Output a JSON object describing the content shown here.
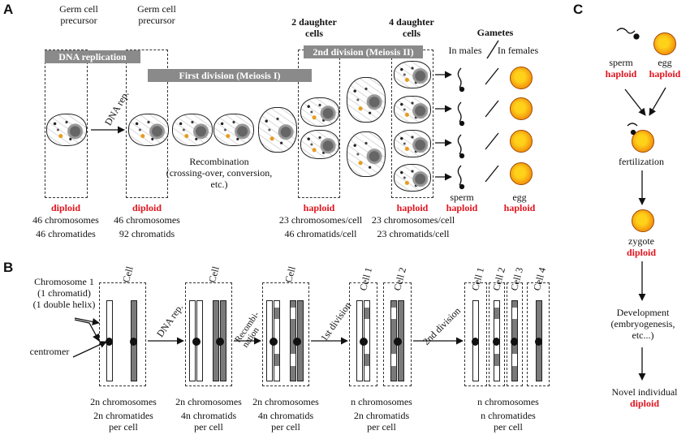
{
  "panelA": {
    "label": "A",
    "germ1": "Germ cell\nprecursor",
    "germ2": "Germ cell\nprecursor",
    "daughter2": "2 daughter\ncells",
    "daughter4": "4 daughter\ncells",
    "gametes": "Gametes",
    "in_males": "In males",
    "in_females": "In females",
    "dna_replication": "DNA replication",
    "first_division": "First division (Meiosis I)",
    "second_division": "2nd division (Meiosis II)",
    "dna_rep_arrow": "DNA rep.",
    "recombination": "Recombination\n(crossing-over, conversion,\netc.)",
    "col1_status": "diploid",
    "col1_line1": "46 chromosomes",
    "col1_line2": "46 chromatides",
    "col2_status": "diploid",
    "col2_line1": "46 chromosomes",
    "col2_line2": "92 chromatids",
    "col3_status": "haploid",
    "col3_line1": "23 chromosomes/cell",
    "col3_line2": "46 chromatids/cell",
    "col4_status": "haploid",
    "col4_line1": "23 chromosomes/cell",
    "col4_line2": "23 chromatids/cell",
    "sperm_label": "sperm",
    "sperm_status": "haploid",
    "egg_label": "egg",
    "egg_status": "haploid"
  },
  "panelB": {
    "label": "B",
    "chrom1": "Chromosome 1\n(1 chromatid)\n(1 double helix)",
    "centromer": "centromer",
    "box_cell1": "Cell",
    "box_cell2": "Cell",
    "box_cell3": "Cell",
    "box_c1": "Cell 1",
    "box_c2": "Cell 2",
    "box_f1": "Cell 1",
    "box_f2": "Cell 2",
    "box_f3": "Cell 3",
    "box_f4": "Cell 4",
    "arr_dna": "DNA rep.",
    "arr_rec": "Recombi-\nnation",
    "arr_first": "1st division",
    "arr_second": "2nd division",
    "cap1a": "2n chromosomes",
    "cap1b": "2n chromatides\nper cell",
    "cap2a": "2n chromosomes",
    "cap2b": "4n chromatids\nper cell",
    "cap3a": "2n chromosomes",
    "cap3b": "4n chromatids\nper cell",
    "cap4a": "n chromosomes",
    "cap4b": "2n chromatids\nper cell",
    "cap5a": "n chromosomes",
    "cap5b": "n chromatides\nper cell"
  },
  "panelC": {
    "label": "C",
    "sperm": "sperm",
    "sperm_status": "haploid",
    "egg": "egg",
    "egg_status": "haploid",
    "fertilization": "fertilization",
    "zygote": "zygote",
    "zygote_status": "diploid",
    "development": "Development\n(embryogenesis,\netc...)",
    "novel": "Novel individual",
    "novel_status": "diploid"
  },
  "colors": {
    "haploid_diploid": "#e0141e",
    "banner": "#8a8a8a",
    "egg": "#f59b0f"
  }
}
